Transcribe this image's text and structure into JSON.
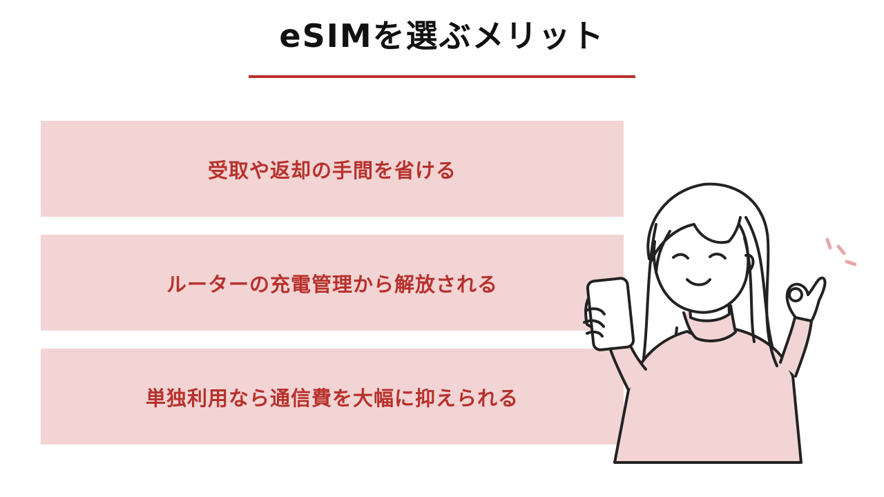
{
  "slide": {
    "title": "eSIMを選ぶメリット",
    "merits": [
      "受取や返却の手間を省ける",
      "ルーターの充電管理から解放される",
      "単独利用なら通信費を大幅に抑えられる"
    ]
  },
  "colors": {
    "accent": "#b7312c",
    "box_background": "#f2d4d4",
    "title_text": "#111111",
    "sweater": "#f2d4d4",
    "line_art": "#222222"
  },
  "illustration": {
    "icon": "woman-with-smartphone-ok-sign-icon"
  }
}
